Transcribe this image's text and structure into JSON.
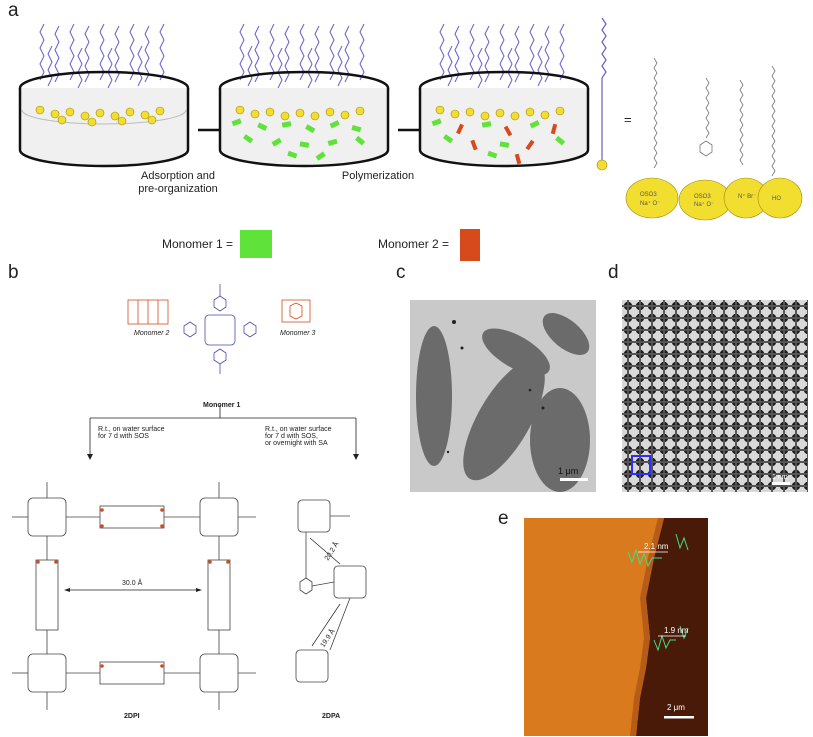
{
  "panel_a": {
    "letter": "a",
    "step1_caption_line1": "Adsorption and",
    "step1_caption_line2": "pre-organization",
    "step2_caption": "Polymerization",
    "equals": "=",
    "monomer1_label": "Monomer 1 =",
    "monomer2_label": "Monomer 2 ="
  },
  "panel_b": {
    "letter": "b",
    "monomer1": "Monomer 1",
    "monomer2": "Monomer 2",
    "monomer3": "Monomer 3",
    "cond_left_line1": "R.t., on water surface",
    "cond_left_line2": "for 7 d with SOS",
    "cond_right_line1": "R.t., on water surface",
    "cond_right_line2": "for 7 d with SOS,",
    "cond_right_line3": "or overnight with SA",
    "spacing_left": "30.0 Å",
    "spacing_right_1": "20.2 Å",
    "spacing_right_2": "19.9 Å",
    "product_left": "2DPI",
    "product_right": "2DPA"
  },
  "panel_c": {
    "letter": "c",
    "scale_bar": "1 μm"
  },
  "panel_d": {
    "letter": "d",
    "scale_bar": "1 nm"
  },
  "panel_e": {
    "letter": "e",
    "height_1": "2.1 nm",
    "height_2": "1.9 nm",
    "scale_bar": "2 μm"
  },
  "colors": {
    "monomer1": "#5fe23a",
    "monomer2": "#d64a1c",
    "surfactant_chain": "#6a5cc9",
    "head_group": "#f2de2e",
    "afm_bg": "#d97a1e",
    "afm_dark": "#4a1a08"
  }
}
